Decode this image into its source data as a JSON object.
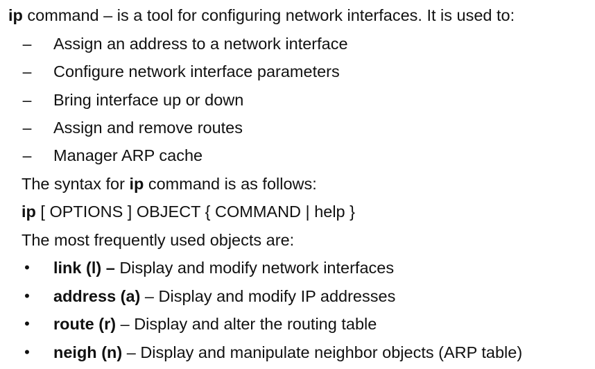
{
  "intro": {
    "keyword": "ip",
    "text": " command – is a tool for configuring network interfaces. It is used to:"
  },
  "uses": [
    "Assign an address to a network interface",
    "Configure network interface parameters",
    "Bring interface up or down",
    "Assign and remove routes",
    "Manager ARP cache"
  ],
  "syntax_intro": {
    "prefix": "The syntax for ",
    "keyword": "ip",
    "suffix": " command is as follows:"
  },
  "syntax": {
    "keyword": "ip",
    "rest": " [ OPTIONS ] OBJECT { COMMAND | help }"
  },
  "objects_intro": "The most frequently used objects are:",
  "objects": [
    {
      "term": "link (l) –",
      "desc": " Display and modify network interfaces"
    },
    {
      "term": "address (a)",
      "desc": " – Display and modify IP addresses"
    },
    {
      "term": "route (r)",
      "desc": " – Display and alter the routing table"
    },
    {
      "term": "neigh (n)",
      "desc": " – Display and manipulate neighbor objects (ARP table)"
    }
  ],
  "markers": {
    "dash": "–",
    "bullet": "•"
  }
}
